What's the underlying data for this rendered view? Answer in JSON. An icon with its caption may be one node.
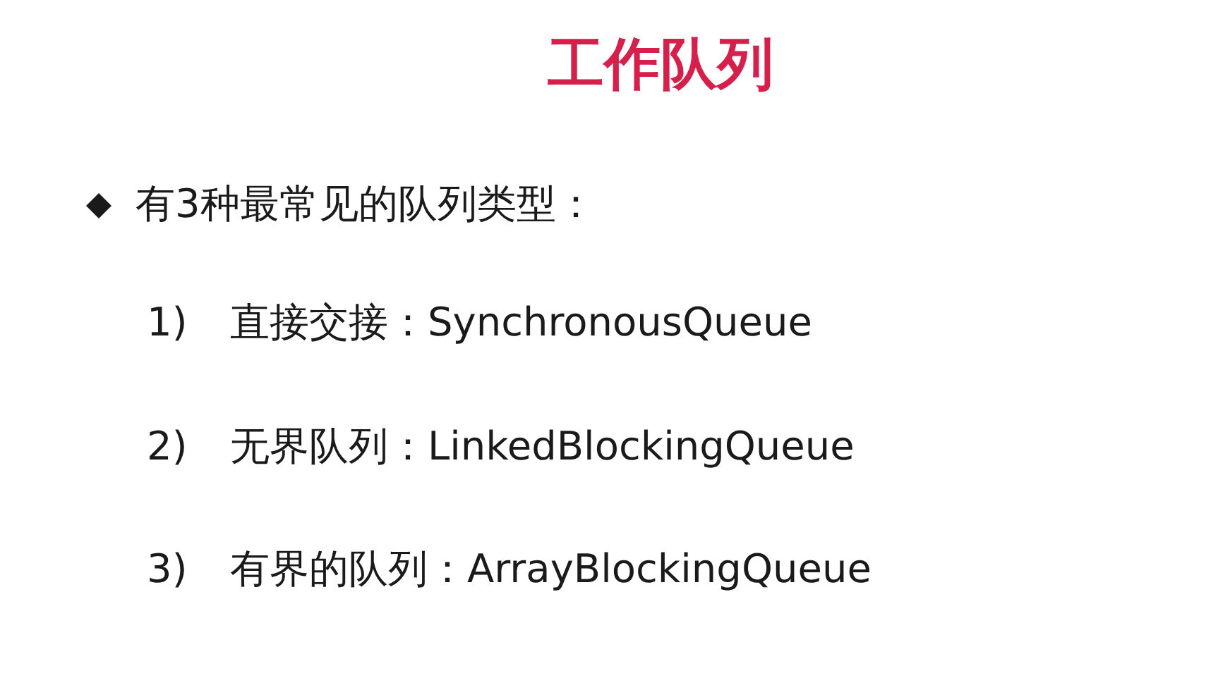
{
  "diagram": {
    "title": "工作队列",
    "labels": [
      "有3种最常见的队列类型：",
      "1)",
      "直接交接：SynchronousQueue",
      "2)",
      "无界队列：LinkedBlockingQueue",
      "3)",
      "有界的队列：ArrayBlockingQueue"
    ]
  }
}
